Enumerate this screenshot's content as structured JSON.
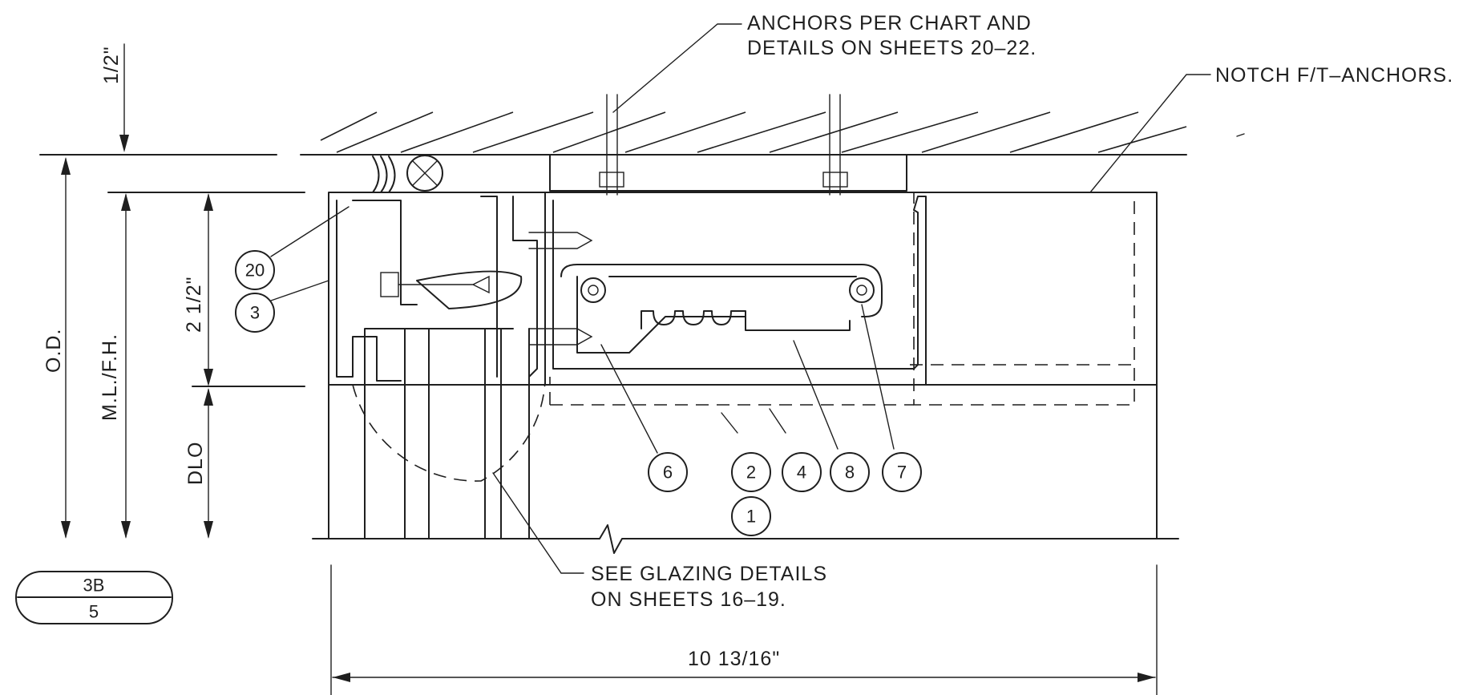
{
  "notes": {
    "anchors_line1": "ANCHORS PER CHART AND",
    "anchors_line2": "DETAILS ON SHEETS 20–22.",
    "notch": "NOTCH F/T–ANCHORS.",
    "glazing_line1": "SEE GLAZING DETAILS",
    "glazing_line2": "ON SHEETS 16–19."
  },
  "dimensions": {
    "half_inch": "1/2\"",
    "two_half_inch": "2 1/2\"",
    "od": "O.D.",
    "ml_fh": "M.L./F.H.",
    "dlo": "DLO",
    "width": "10 13/16\""
  },
  "callouts": {
    "c20": "20",
    "c3": "3",
    "c6": "6",
    "c2": "2",
    "c4": "4",
    "c8": "8",
    "c7": "7",
    "c1": "1"
  },
  "detail_tag": {
    "top": "3B",
    "bottom": "5"
  }
}
